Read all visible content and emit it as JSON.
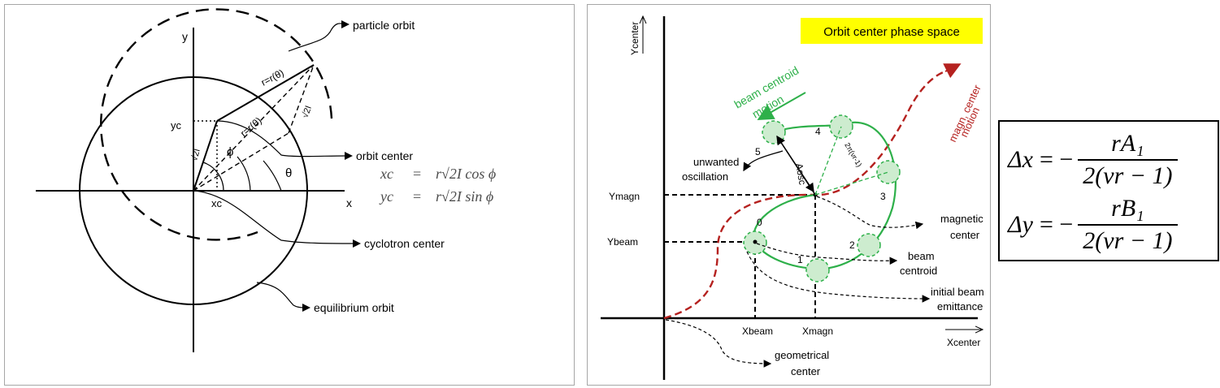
{
  "left": {
    "labels": {
      "y_axis": "y",
      "x_axis": "x",
      "particle_orbit": "particle orbit",
      "orbit_center": "orbit center",
      "cyclotron_center": "cyclotron  center",
      "equilibrium_orbit": "equilibrium orbit",
      "yc": "yc",
      "xc": "xc",
      "phi": "ϕ",
      "theta": "θ",
      "r_upper": "r=r(θ)",
      "r_lower": "r=r(θ)",
      "sqrt2I_left": "√2I",
      "sqrt2I_right": "√2I"
    },
    "equations": {
      "xc_lhs": "xc",
      "xc_eq": "=",
      "xc_rhs": "r√2I cos ϕ",
      "yc_lhs": "yc",
      "yc_eq": "=",
      "yc_rhs": "r√2I sin ϕ"
    }
  },
  "right": {
    "title": "Orbit center phase space",
    "title_bg": "#ffff00",
    "labels": {
      "y_center": "Ycenter",
      "x_center": "Xcenter",
      "y_magn": "Ymagn",
      "y_beam": "Ybeam",
      "x_beam": "Xbeam",
      "x_magn": "Xmagn",
      "beam_centroid_motion_1": "beam centroid",
      "beam_centroid_motion_2": "motion",
      "magn_center_motion_1": "magn. center",
      "magn_center_motion_2": "motion",
      "unwanted_1": "unwanted",
      "unwanted_2": "oscillation",
      "a_osc": "Aosc",
      "two_pi": "2π(νr-1)",
      "magnetic_1": "magnetic",
      "magnetic_2": "center",
      "beam_centroid_1": "beam",
      "beam_centroid_2": "centroid",
      "initial_1": "initial beam",
      "initial_2": "emittance",
      "geometrical_1": "geometrical",
      "geometrical_2": "center",
      "n0": "0",
      "n1": "1",
      "n2": "2",
      "n3": "3",
      "n4": "4",
      "n5": "5"
    },
    "colors": {
      "green": "#2eb04a",
      "red": "#b5211f"
    }
  },
  "formulas": {
    "dx_lhs": "Δx",
    "dx_eq": "= −",
    "dx_num": "rA₁",
    "dx_den": "2(νr − 1)",
    "dy_lhs": "Δy",
    "dy_eq": "= −",
    "dy_num": "rB₁",
    "dy_den": "2(νr − 1)"
  }
}
